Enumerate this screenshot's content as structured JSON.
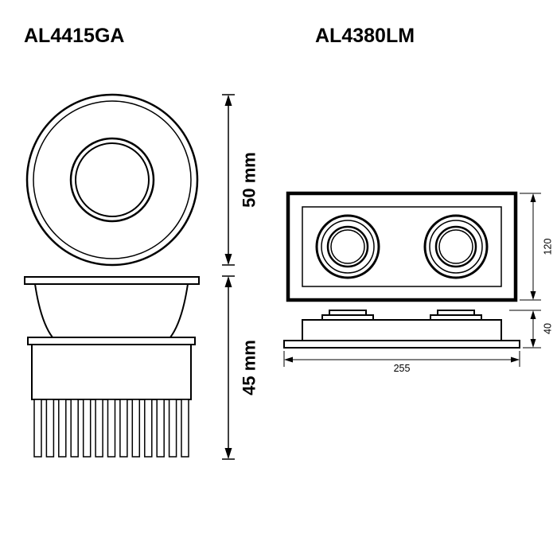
{
  "page": {
    "background": "#ffffff",
    "line_color": "#000000"
  },
  "products": [
    {
      "title": "AL4415GA"
    },
    {
      "title": "AL4380LM"
    }
  ],
  "dimensions": {
    "al4415ga_diameter": "50 mm",
    "al4415ga_height": "45 mm",
    "al4380lm_height": "120",
    "al4380lm_depth": "40",
    "al4380lm_width": "255"
  }
}
